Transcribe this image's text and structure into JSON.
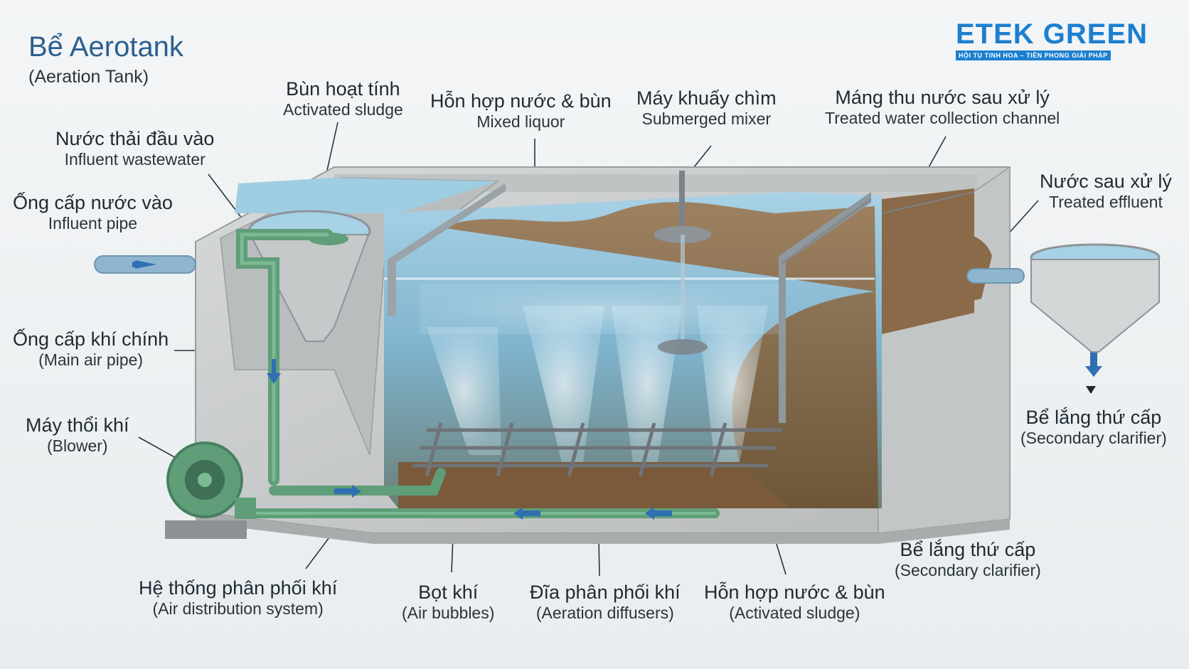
{
  "title": "Bể Aerotank",
  "subtitle": "(Aeration Tank)",
  "logo": {
    "name": "ETEK GREEN",
    "tagline": "HỘI TỤ TINH HOA – TIÊN PHONG GIẢI PHÁP"
  },
  "labels": [
    {
      "id": "activated-sludge-top",
      "vi": "Bùn hoạt tính",
      "en": "Activated sludge"
    },
    {
      "id": "mixed-liquor-top",
      "vi": "Hỗn hợp nước & bùn",
      "en": "Mixed liquor"
    },
    {
      "id": "submerged-mixer",
      "vi": "Máy khuấy chìm",
      "en": "Submerged mixer"
    },
    {
      "id": "treated-water-channel",
      "vi": "Máng thu nước sau xử lý",
      "en": "Treated water collection channel"
    },
    {
      "id": "influent-wastewater",
      "vi": "Nước thải đầu vào",
      "en": "Influent wastewater"
    },
    {
      "id": "influent-pipe",
      "vi": "Ống cấp nước vào",
      "en": "Influent pipe"
    },
    {
      "id": "treated-effluent",
      "vi": "Nước sau xử lý",
      "en": "Treated effluent"
    },
    {
      "id": "main-air-pipe",
      "vi": "Ống cấp khí chính",
      "en": "(Main air pipe)"
    },
    {
      "id": "blower",
      "vi": "Máy thổi khí",
      "en": "(Blower)"
    },
    {
      "id": "secondary-clarifier-right",
      "vi": "Bể lắng thứ cấp",
      "en": "(Secondary clarifier)"
    },
    {
      "id": "secondary-clarifier-bottom",
      "vi": "Bể lắng thứ cấp",
      "en": "(Secondary clarifier)"
    },
    {
      "id": "air-distribution",
      "vi": "Hệ thống phân phối khí",
      "en": "(Air distribution system)"
    },
    {
      "id": "air-bubbles",
      "vi": "Bọt khí",
      "en": "(Air bubbles)"
    },
    {
      "id": "aeration-diffusers",
      "vi": "Đĩa phân phối khí",
      "en": "(Aeration diffusers)"
    },
    {
      "id": "mixed-liquor-bottom",
      "vi": "Hỗn hợp nước & bùn",
      "en": "(Activated sludge)"
    }
  ],
  "colors": {
    "water": "#8fc3de",
    "sludge": "#8a6a48",
    "concrete": "#c9cccd",
    "pipe": "#5f9e78",
    "arrow": "#2f6fb3",
    "title": "#2b5f8f",
    "brand": "#1c7fcf"
  }
}
